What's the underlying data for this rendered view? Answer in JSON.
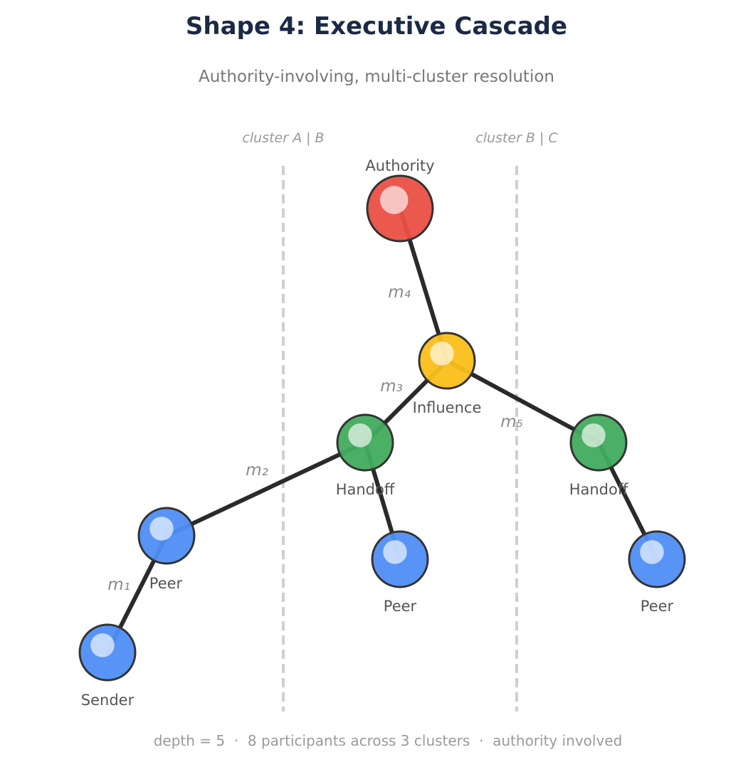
{
  "title": "Shape 4: Executive Cascade",
  "subtitle": "Authority-involving, multi-cluster resolution",
  "clusters": [
    {
      "id": "ab",
      "label": "cluster A | B"
    },
    {
      "id": "bc",
      "label": "cluster B | C"
    }
  ],
  "colors": {
    "authority": "#ea4f45",
    "influence": "#fbbf1a",
    "handoff": "#41ab5d",
    "peer": "#4f8ef5"
  },
  "nodes": [
    {
      "id": "authority",
      "label": "Authority",
      "role": "authority"
    },
    {
      "id": "influence",
      "label": "Influence",
      "role": "influence"
    },
    {
      "id": "handoff1",
      "label": "Handoff",
      "role": "handoff"
    },
    {
      "id": "handoff2",
      "label": "Handoff",
      "role": "handoff"
    },
    {
      "id": "peer1",
      "label": "Peer",
      "role": "peer"
    },
    {
      "id": "peer2",
      "label": "Peer",
      "role": "peer"
    },
    {
      "id": "peer3",
      "label": "Peer",
      "role": "peer"
    },
    {
      "id": "sender",
      "label": "Sender",
      "role": "peer"
    }
  ],
  "edges": [
    {
      "from": "sender",
      "to": "peer1",
      "label": "m₁"
    },
    {
      "from": "peer1",
      "to": "handoff1",
      "label": "m₂"
    },
    {
      "from": "handoff1",
      "to": "influence",
      "label": "m₃"
    },
    {
      "from": "influence",
      "to": "authority",
      "label": "m₄"
    },
    {
      "from": "influence",
      "to": "handoff2",
      "label": "m₅"
    },
    {
      "from": "handoff1",
      "to": "peer2",
      "label": ""
    },
    {
      "from": "handoff2",
      "to": "peer3",
      "label": ""
    }
  ],
  "footer": "depth = 5  ·  8 participants across 3 clusters  ·  authority involved"
}
